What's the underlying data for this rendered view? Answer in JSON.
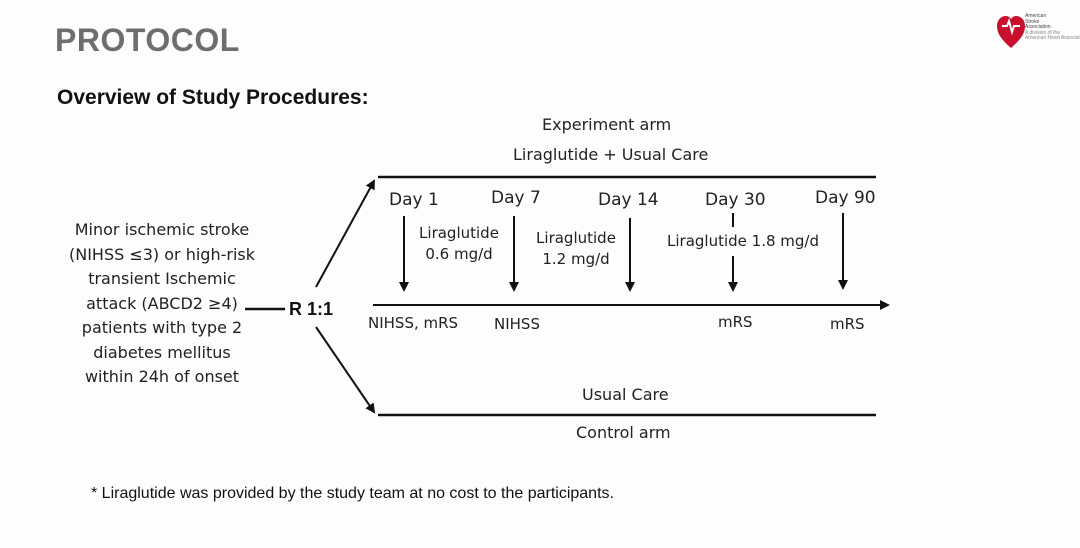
{
  "slide": {
    "title": "PROTOCOL",
    "subtitle": "Overview of Study Procedures:",
    "logo": {
      "name": "american-stroke-association-logo",
      "lines": [
        "American",
        "Stroke",
        "Association.",
        "A division of the",
        "American Heart Association"
      ]
    }
  },
  "diagram": {
    "experiment_arm_label": "Experiment arm",
    "experiment_treatment": "Liraglutide + Usual Care",
    "population_lines": [
      "Minor ischemic stroke",
      "(NIHSS ≤3) or high-risk",
      "transient Ischemic",
      "attack (ABCD2 ≥4)",
      "patients with type 2",
      "diabetes mellitus",
      "within 24h of onset"
    ],
    "randomization": "R 1:1",
    "timepoints": [
      {
        "day": "Day 1",
        "assessment": "NIHSS, mRS"
      },
      {
        "day": "Day 7",
        "assessment": "NIHSS"
      },
      {
        "day": "Day 14",
        "assessment": ""
      },
      {
        "day": "Day 30",
        "assessment": "mRS"
      },
      {
        "day": "Day 90",
        "assessment": "mRS"
      }
    ],
    "doses": [
      {
        "drug": "Liraglutide",
        "dose": "0.6 mg/d"
      },
      {
        "drug": "Liraglutide",
        "dose": "1.2 mg/d"
      },
      {
        "drug": "Liraglutide 1.8 mg/d",
        "dose": ""
      }
    ],
    "control_treatment": "Usual Care",
    "control_arm_label": "Control arm"
  },
  "footnote": "* Liraglutide was provided by the study team at no cost to the participants."
}
